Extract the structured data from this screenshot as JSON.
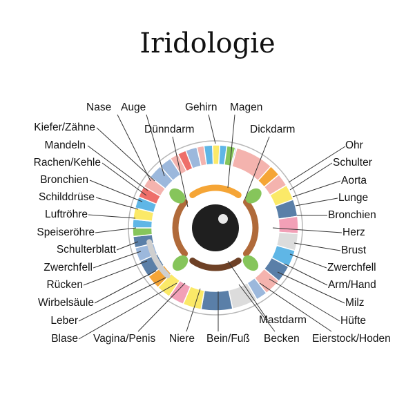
{
  "title": "Iridologie",
  "top_labels": [
    "Nase",
    "Auge",
    "Gehirn",
    "Magen",
    "Dünndarm",
    "Dickdarm"
  ],
  "left_labels": [
    "Kiefer/Zähne",
    "Mandeln",
    "Rachen/Kehle",
    "Bronchien",
    "Schilddrüse",
    "Luftröhre",
    "Speiseröhre",
    "Schulterblatt",
    "Zwerchfell",
    "Rücken",
    "Wirbelsäule",
    "Leber",
    "Blase"
  ],
  "right_labels": [
    "Ohr",
    "Schulter",
    "Aorta",
    "Lunge",
    "Bronchien",
    "Herz",
    "Brust",
    "Zwerchfell",
    "Arm/Hand",
    "Milz",
    "Hüfte"
  ],
  "bottom_labels": [
    "Vagina/Penis",
    "Niere",
    "Bein/Fuß",
    "Becken",
    "Mastdarm",
    "Eierstock/Hoden"
  ],
  "colors": {
    "gray": "#dcdcdc",
    "blue": "#9cb8dc",
    "pink": "#f4b3ae",
    "coral": "#ee6f6a",
    "cyan": "#5fb6e6",
    "yellow": "#fbe968",
    "orange": "#f5a536",
    "green": "#86c55b",
    "steel": "#5a7fa8",
    "brown": "#b06a3a",
    "darkbrown": "#6e4126",
    "pinkrose": "#f2a0b7"
  }
}
